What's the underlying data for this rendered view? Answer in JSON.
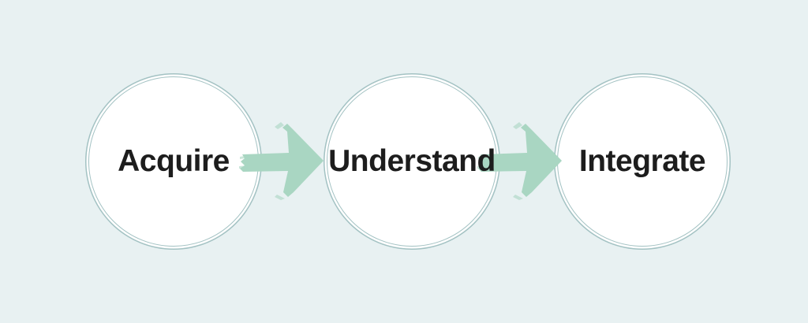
{
  "diagram": {
    "type": "process-flow",
    "steps": [
      {
        "label": "Acquire"
      },
      {
        "label": "Understand"
      },
      {
        "label": "Integrate"
      }
    ],
    "connectors": [
      {
        "icon": "brush-arrow-right-icon",
        "from": "Acquire",
        "to": "Understand"
      },
      {
        "icon": "brush-arrow-right-icon",
        "from": "Understand",
        "to": "Integrate"
      }
    ],
    "colors": {
      "background": "#e8f1f2",
      "circle_fill": "#ffffff",
      "circle_ring": "#a3c2c3",
      "arrow": "#a9d6c2",
      "text": "#1d1d1d"
    }
  }
}
